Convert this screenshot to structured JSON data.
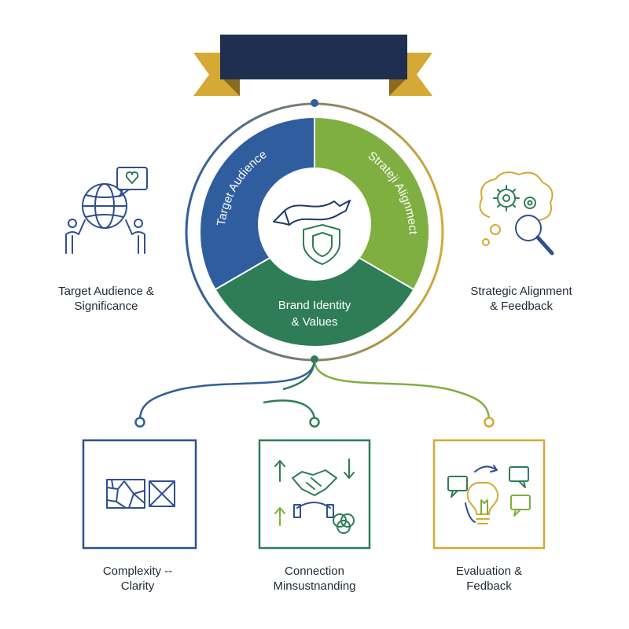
{
  "banner": {
    "text": ""
  },
  "wheel": {
    "segments": [
      {
        "label": "Target Audience",
        "color": "#2f5d9e"
      },
      {
        "label": "Strateji Alignmect",
        "color": "#7fae41"
      },
      {
        "label": "Brand Identity",
        "color": "#2e7d57"
      }
    ],
    "bottom_label_line1": "Brand Identity",
    "bottom_label_line2": "& Values"
  },
  "side_labels": {
    "left": {
      "line1": "Target Audience &",
      "line2": "Significance"
    },
    "right": {
      "line1": "Strategic Alignment",
      "line2": "& Feedback"
    }
  },
  "bottom_boxes": [
    {
      "line1": "Complexity --",
      "line2": "Clarity",
      "border": "#2f4f8f"
    },
    {
      "line1": "Connection",
      "line2": "Minsustnanding",
      "border": "#2e7d57"
    },
    {
      "line1": "Evaluation &",
      "line2": "Fedback",
      "border": "#d4a935"
    }
  ],
  "colors": {
    "navy": "#1f2f50",
    "gold": "#d4a935",
    "blue": "#2f5d9e",
    "green": "#2e7d57",
    "lime": "#7fae41"
  },
  "icons": {
    "left": "globe-people-heart-icon",
    "right": "gears-magnifier-icon",
    "center": "ribbon-shield-icon",
    "box1": "map-grid-icon",
    "box2": "handshake-arrows-icon",
    "box3": "lightbulb-chat-icon"
  }
}
